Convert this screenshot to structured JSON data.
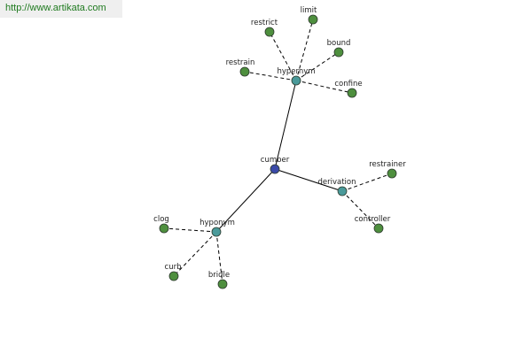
{
  "banner": {
    "url_text": "http://www.artikata.com"
  },
  "colors": {
    "root": "#3b4aa8",
    "relation": "#4a9a9a",
    "leaf": "#4e8f3e"
  },
  "graph": {
    "nodes": [
      {
        "id": "cumber",
        "label": "cumber",
        "kind": "root"
      },
      {
        "id": "hypernym",
        "label": "hypernym",
        "kind": "relation"
      },
      {
        "id": "derivation",
        "label": "derivation",
        "kind": "relation"
      },
      {
        "id": "hyponym",
        "label": "hyponym",
        "kind": "relation"
      },
      {
        "id": "limit",
        "label": "limit",
        "kind": "leaf"
      },
      {
        "id": "restrict",
        "label": "restrict",
        "kind": "leaf"
      },
      {
        "id": "bound",
        "label": "bound",
        "kind": "leaf"
      },
      {
        "id": "restrain",
        "label": "restrain",
        "kind": "leaf"
      },
      {
        "id": "confine",
        "label": "confine",
        "kind": "leaf"
      },
      {
        "id": "restrainer",
        "label": "restrainer",
        "kind": "leaf"
      },
      {
        "id": "controller",
        "label": "controller",
        "kind": "leaf"
      },
      {
        "id": "clog",
        "label": "clog",
        "kind": "leaf"
      },
      {
        "id": "curb",
        "label": "curb",
        "kind": "leaf"
      },
      {
        "id": "bridle",
        "label": "bridle",
        "kind": "leaf"
      }
    ],
    "edges": [
      {
        "from": "cumber",
        "to": "hypernym",
        "style": "solid"
      },
      {
        "from": "cumber",
        "to": "derivation",
        "style": "solid"
      },
      {
        "from": "cumber",
        "to": "hyponym",
        "style": "solid"
      },
      {
        "from": "hypernym",
        "to": "limit",
        "style": "dashed"
      },
      {
        "from": "hypernym",
        "to": "restrict",
        "style": "dashed"
      },
      {
        "from": "hypernym",
        "to": "bound",
        "style": "dashed"
      },
      {
        "from": "hypernym",
        "to": "restrain",
        "style": "dashed"
      },
      {
        "from": "hypernym",
        "to": "confine",
        "style": "dashed"
      },
      {
        "from": "derivation",
        "to": "restrainer",
        "style": "dashed"
      },
      {
        "from": "derivation",
        "to": "controller",
        "style": "dashed"
      },
      {
        "from": "hyponym",
        "to": "clog",
        "style": "dashed"
      },
      {
        "from": "hyponym",
        "to": "curb",
        "style": "dashed"
      },
      {
        "from": "hyponym",
        "to": "bridle",
        "style": "dashed"
      }
    ]
  }
}
